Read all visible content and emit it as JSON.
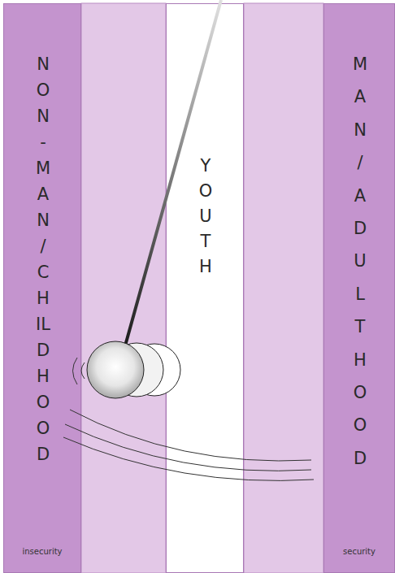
{
  "diagram": {
    "nodes": [
      {
        "text": [
          "NON-MAN/CHILDHOOD",
          "insecurity"
        ]
      },
      {
        "text": [
          "YOUTH"
        ]
      },
      {
        "text": [
          "MAN/ADULTHOOD",
          "security"
        ]
      }
    ]
  }
}
